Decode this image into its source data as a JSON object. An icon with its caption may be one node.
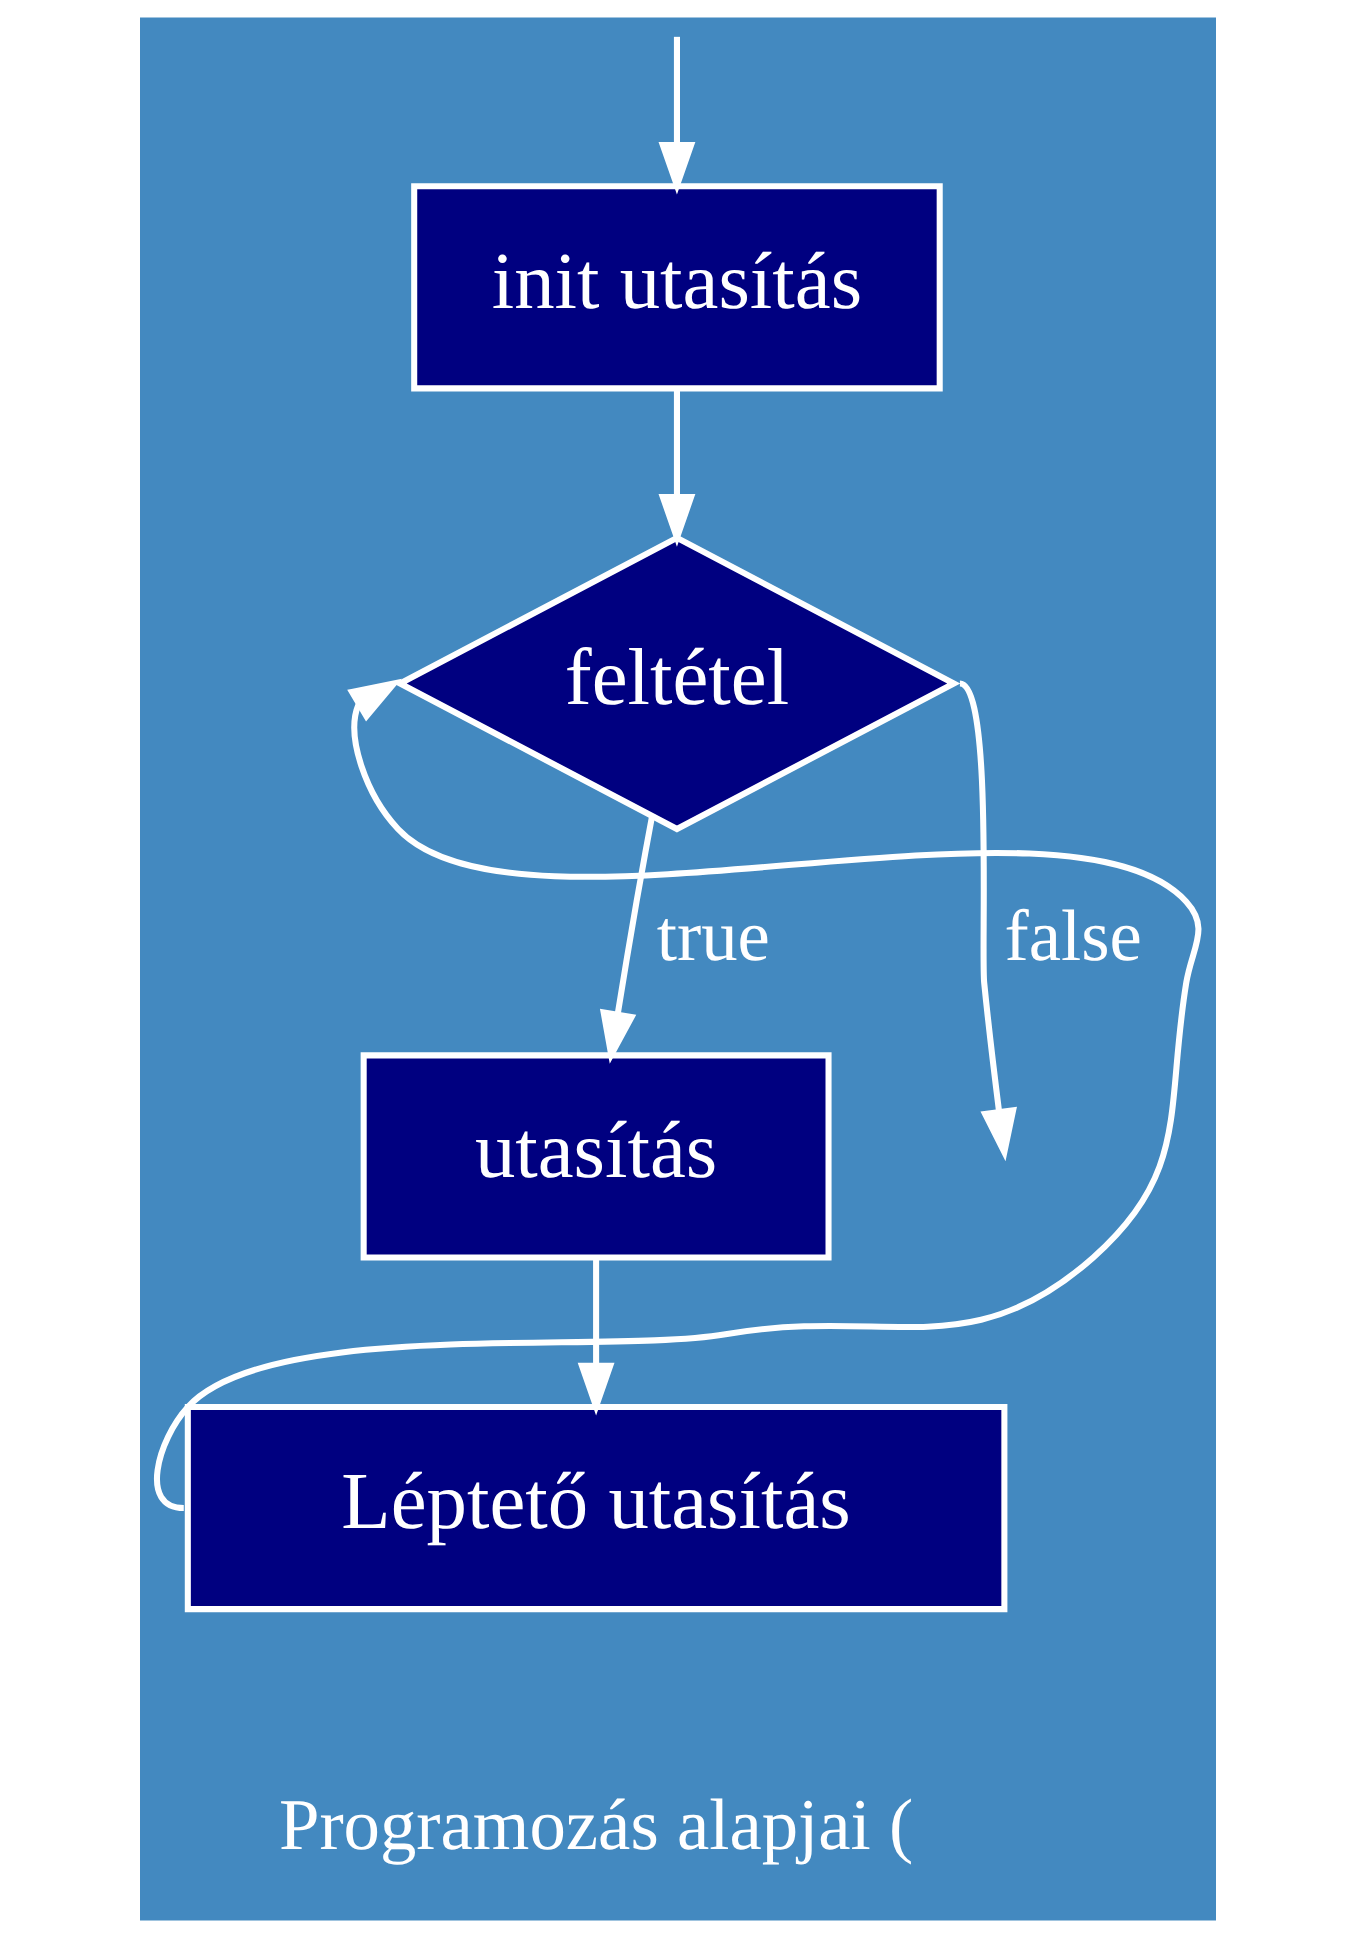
{
  "diagram": {
    "nodes": [
      {
        "text": [
          "init utasítás"
        ]
      },
      {
        "text": [
          "feltétel"
        ]
      },
      {
        "text": [
          "utasítás"
        ]
      },
      {
        "text": [
          "Léptető utasítás"
        ]
      }
    ],
    "edges": [
      {
        "from": null,
        "to": 0,
        "arrow": "to"
      },
      {
        "from": 0,
        "to": 1,
        "arrow": "to"
      },
      {
        "from": 1,
        "to": 2,
        "label": "true",
        "arrow": "to"
      },
      {
        "from": 2,
        "to": 3,
        "arrow": "to"
      },
      {
        "from": 3,
        "to": 1,
        "arrow": "to"
      },
      {
        "from": 1,
        "to": null,
        "label": "false",
        "arrow": "to"
      }
    ],
    "labels": [
      "Programozás alapjai ("
    ]
  }
}
